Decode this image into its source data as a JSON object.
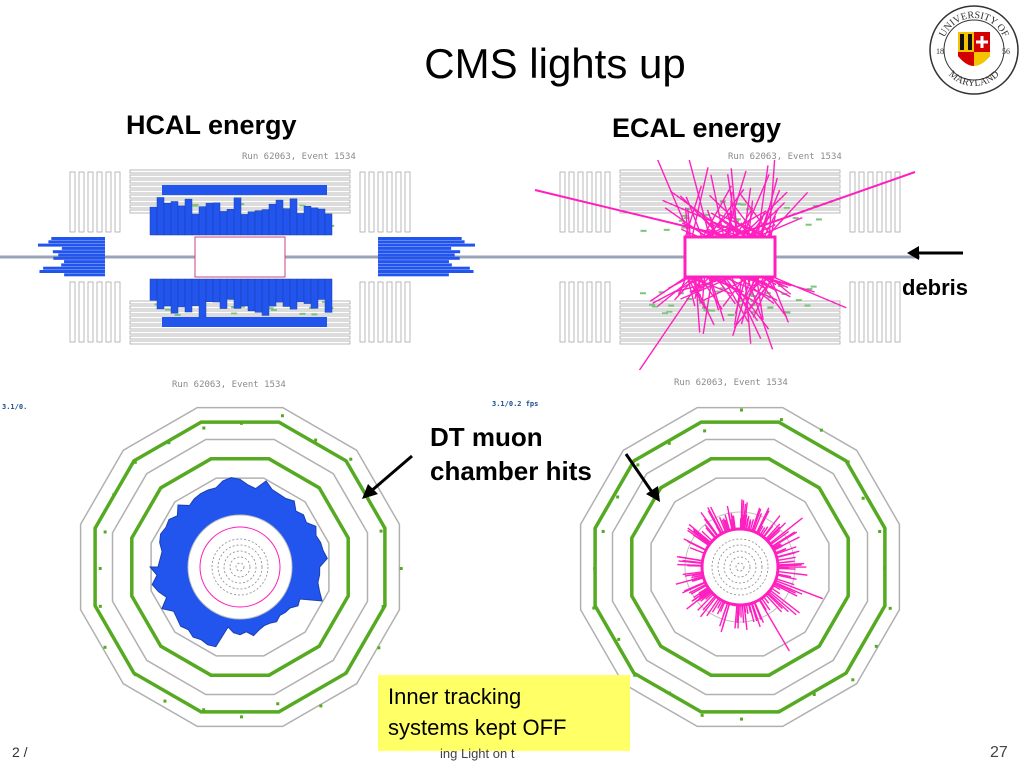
{
  "slide": {
    "title": "CMS lights up",
    "hcal_label": "HCAL energy",
    "ecal_label": "ECAL energy",
    "debris_label": "debris",
    "dt_label_line1": "DT muon",
    "dt_label_line2": "chamber hits",
    "note_line1": "Inner tracking",
    "note_line2": "systems kept OFF",
    "footer_left": "2 /",
    "footer_mid": "ing Light on t",
    "page_number": "27"
  },
  "event_displays": {
    "run_event_label": "Run 62063, Event 1534",
    "fps_left": "3.1/0.",
    "fps_right": "3.1/0.2 fps"
  },
  "logo": {
    "top_text": "UNIVERSITY OF",
    "bottom_text": "MARYLAND",
    "year_left": "18",
    "year_right": "56"
  },
  "colors": {
    "hcal": "#2255ee",
    "ecal": "#ff1fbf",
    "muon": "#55aa22",
    "note_bg": "#ffff66"
  }
}
